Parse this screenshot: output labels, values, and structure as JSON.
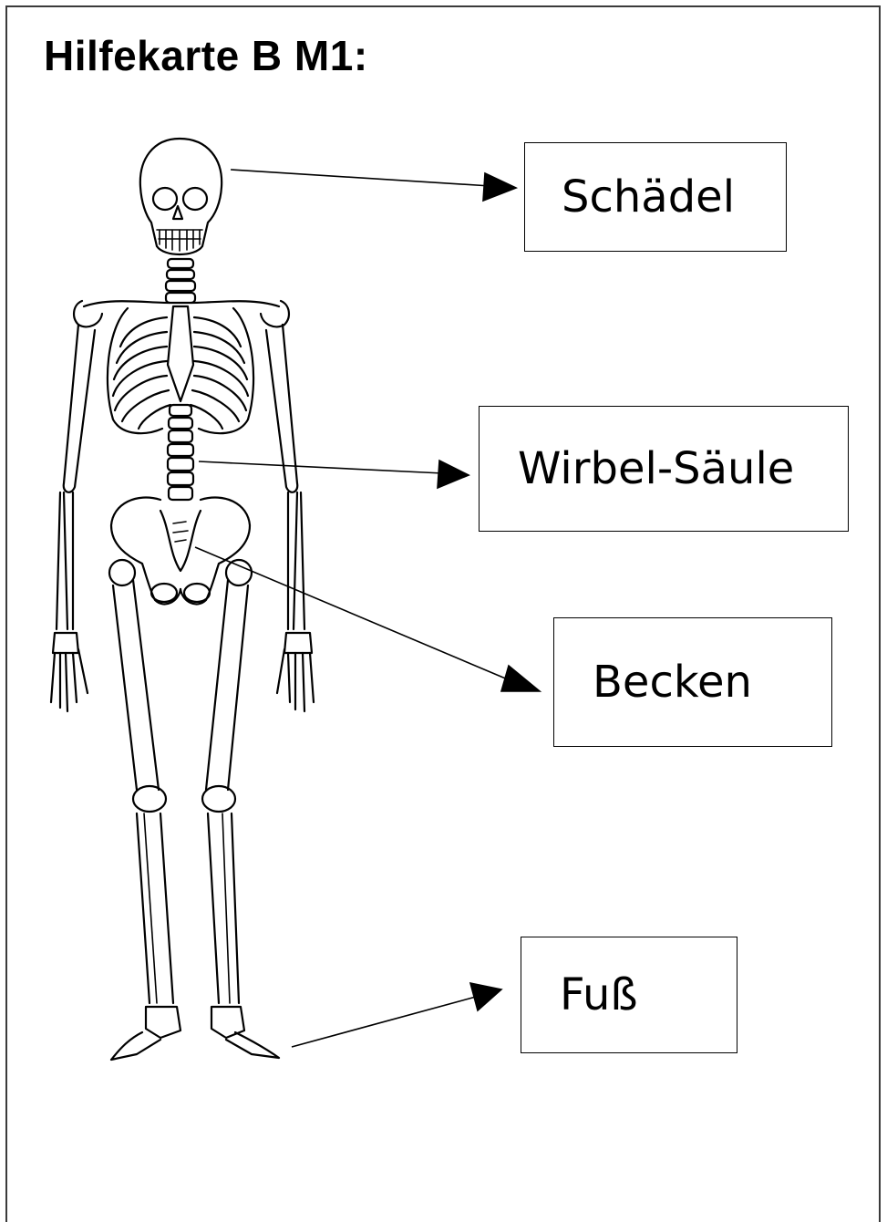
{
  "title": "Hilfekarte B M1:",
  "labels": {
    "skull": "Schädel",
    "spine": "Wirbel-Säule",
    "pelvis": "Becken",
    "foot": "Fuß"
  },
  "colors": {
    "line": "#000000",
    "background": "#ffffff",
    "frame": "#3a3a3a"
  }
}
